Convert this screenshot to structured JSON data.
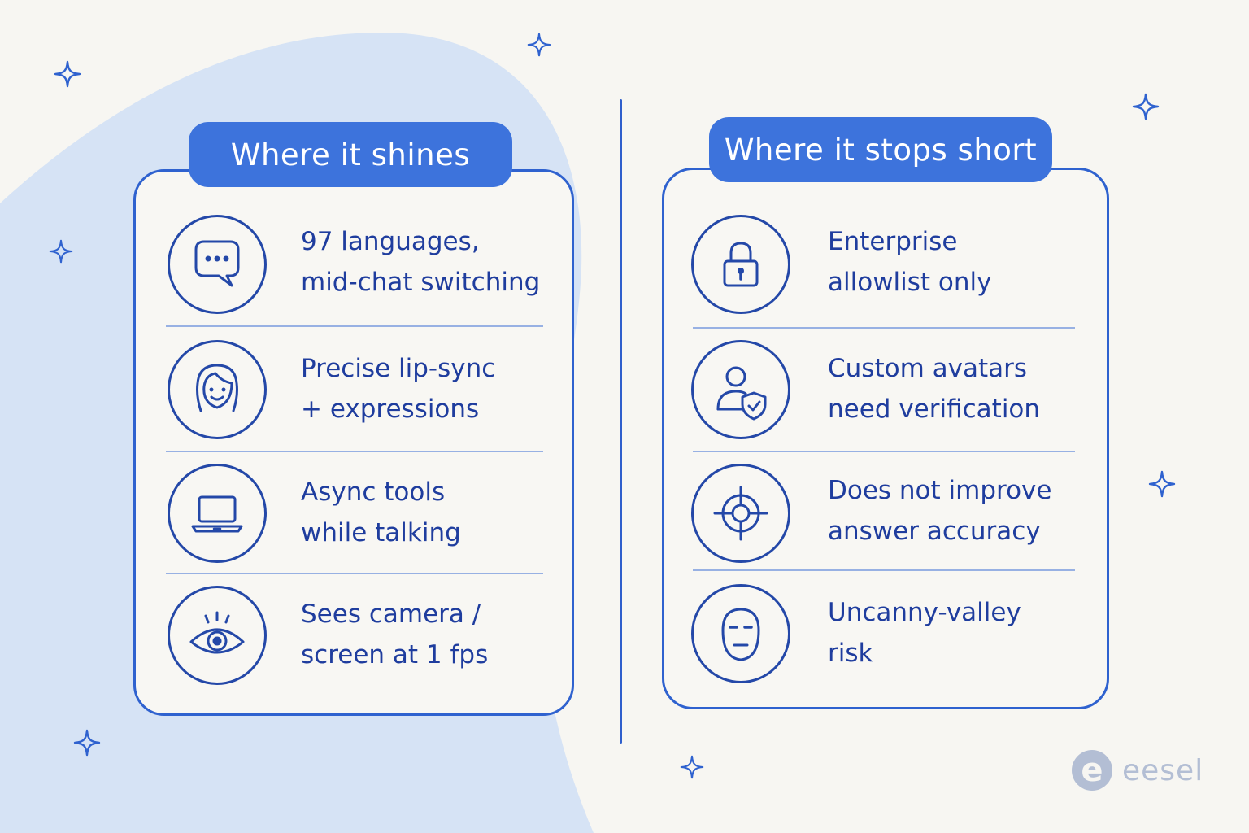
{
  "left_panel": {
    "title": "Where it shines",
    "items": [
      {
        "icon": "speech-bubble-icon",
        "line1": "97 languages,",
        "line2": "mid-chat switching"
      },
      {
        "icon": "face-icon",
        "line1": "Precise lip-sync",
        "line2": "+ expressions"
      },
      {
        "icon": "laptop-icon",
        "line1": "Async tools",
        "line2": "while talking"
      },
      {
        "icon": "eye-icon",
        "line1": "Sees camera /",
        "line2": "screen at 1 fps"
      }
    ]
  },
  "right_panel": {
    "title": "Where it stops short",
    "items": [
      {
        "icon": "lock-icon",
        "line1": "Enterprise",
        "line2": "allowlist only"
      },
      {
        "icon": "user-shield-icon",
        "line1": "Custom avatars",
        "line2": "need verification"
      },
      {
        "icon": "target-icon",
        "line1": "Does not improve",
        "line2": "answer accuracy"
      },
      {
        "icon": "mask-face-icon",
        "line1": "Uncanny-valley",
        "line2": "risk"
      }
    ]
  },
  "brand": {
    "mark": "e",
    "name": "eesel"
  },
  "colors": {
    "accent": "#3d73dc",
    "ink": "#1f3d9e",
    "background": "#f7f6f2",
    "blob": "#d6e3f5"
  }
}
